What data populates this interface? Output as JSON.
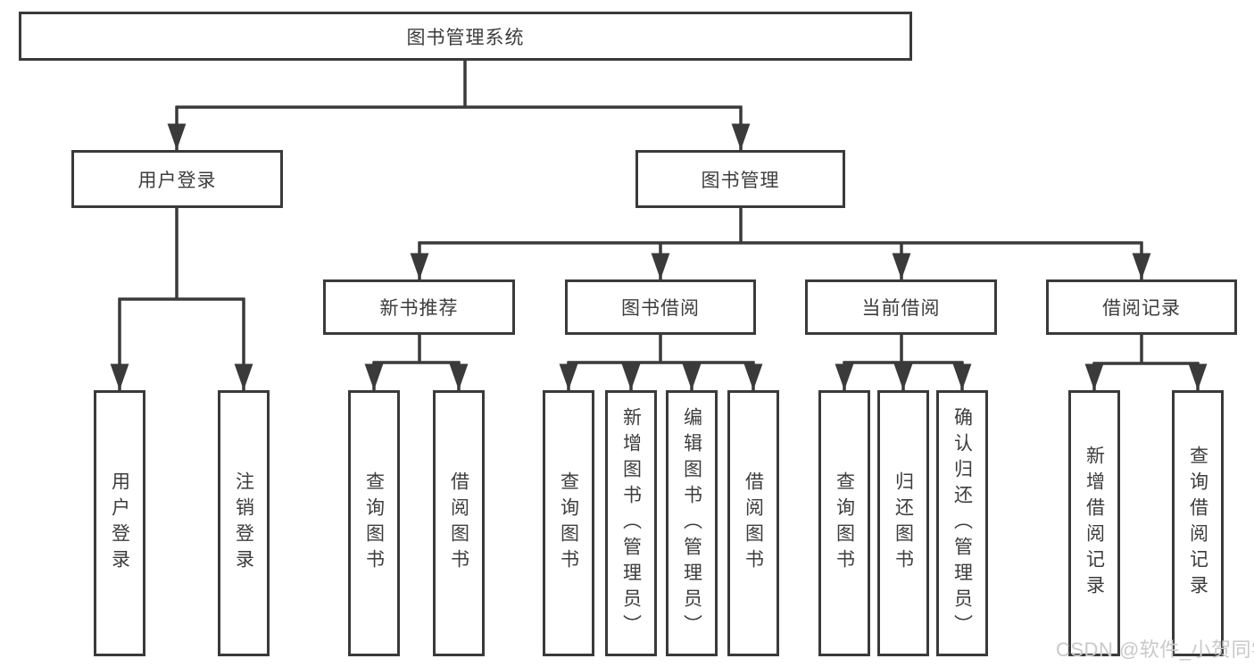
{
  "root": {
    "label": "图书管理系统"
  },
  "branches": {
    "user_login": {
      "label": "用户登录",
      "children": {
        "login": "用户登录",
        "logout": "注销登录"
      }
    },
    "book_mgmt": {
      "label": "图书管理"
    }
  },
  "modules": {
    "new_books": {
      "label": "新书推荐",
      "children": {
        "query_books": "查询图书",
        "borrow_books": "借阅图书"
      }
    },
    "book_borrow": {
      "label": "图书借阅",
      "children": {
        "query_books": "查询图书",
        "add_books": "新增图书（管理员）",
        "edit_books": "编辑图书（管理员）",
        "borrow_books": "借阅图书"
      }
    },
    "current_borrow": {
      "label": "当前借阅",
      "children": {
        "query_books": "查询图书",
        "return_books": "归还图书",
        "confirm_return": "确认归还（管理员）"
      }
    },
    "borrow_records": {
      "label": "借阅记录",
      "children": {
        "add_record": "新增借阅记录",
        "query_record": "查询借阅记录"
      }
    }
  },
  "watermark": "CSDN @软件_小贺同学",
  "colors": {
    "line": "#3a3a3a",
    "box_border": "#3a3a3a",
    "text": "#3d3d3d",
    "watermark": "#c9c9c9",
    "background": "#ffffff"
  }
}
